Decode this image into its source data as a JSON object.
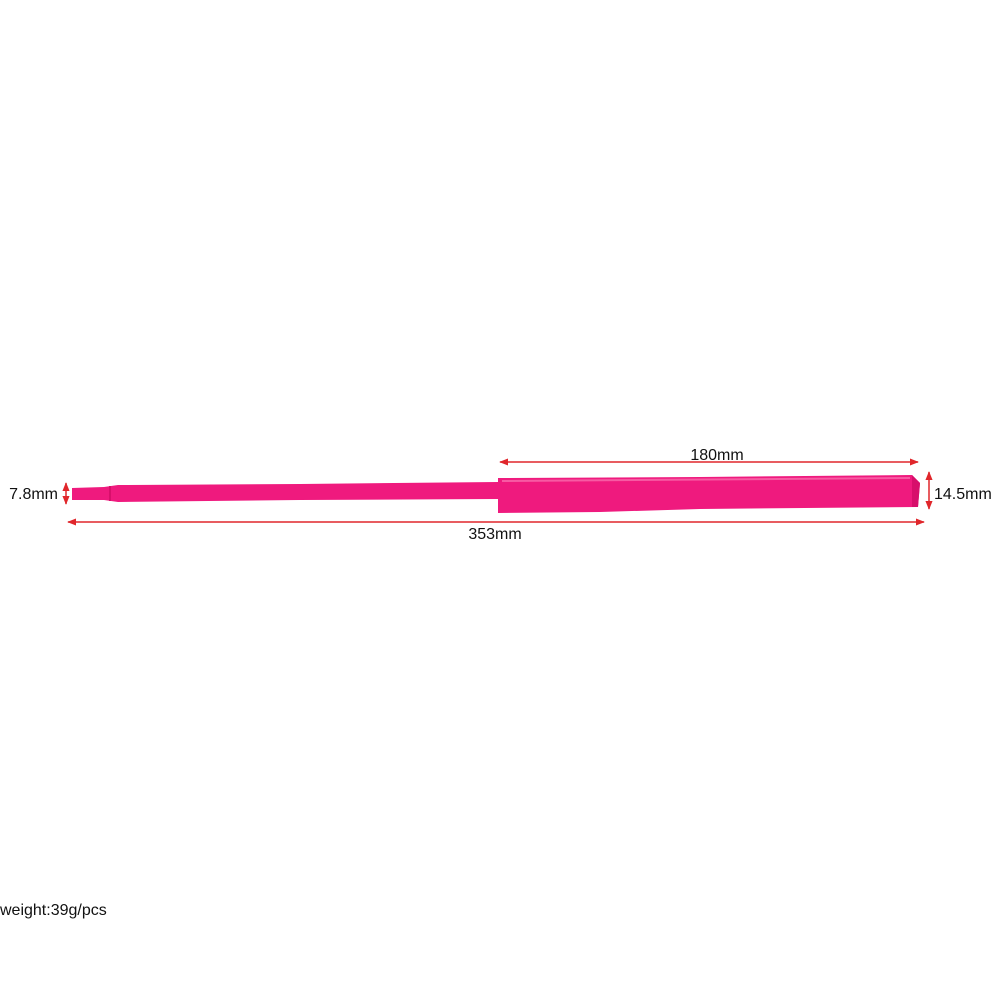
{
  "product": {
    "color": "#ef1a7e",
    "shade_color": "#d70f6b",
    "highlight_color": "#f75aa3"
  },
  "dimensions": {
    "line_color": "#e0262b",
    "tip_diameter": "7.8mm",
    "end_diameter": "14.5mm",
    "wide_section_length": "180mm",
    "total_length": "353mm"
  },
  "note": {
    "weight": "weight:39g/pcs"
  }
}
